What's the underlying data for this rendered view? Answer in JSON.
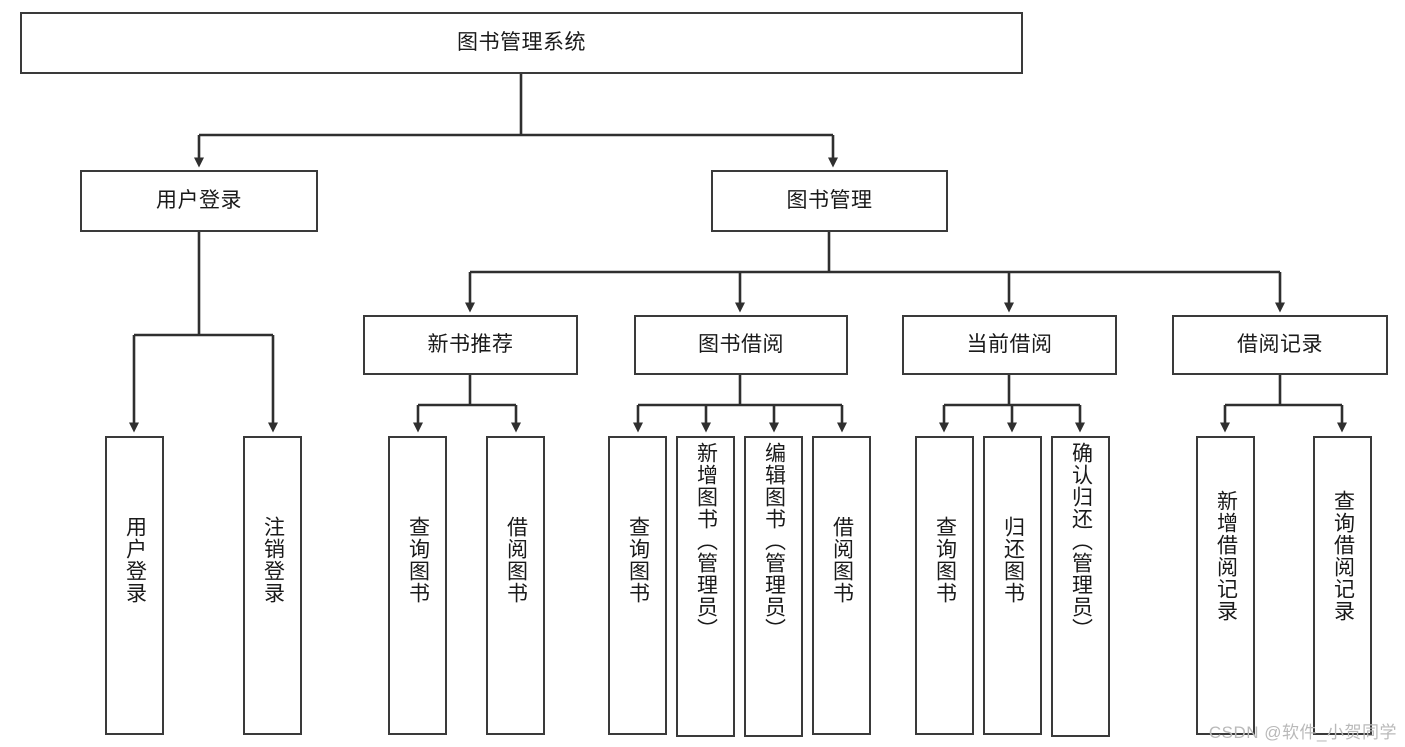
{
  "diagram": {
    "type": "tree-hierarchy-chart",
    "title_node": {
      "id": "root",
      "label": "图书管理系统"
    },
    "level2": [
      {
        "id": "login",
        "label": "用户登录"
      },
      {
        "id": "bookmgmt",
        "label": "图书管理"
      }
    ],
    "level3": [
      {
        "id": "newbook",
        "label": "新书推荐",
        "parent": "bookmgmt"
      },
      {
        "id": "borrow",
        "label": "图书借阅",
        "parent": "bookmgmt"
      },
      {
        "id": "current",
        "label": "当前借阅",
        "parent": "bookmgmt"
      },
      {
        "id": "record",
        "label": "借阅记录",
        "parent": "bookmgmt"
      }
    ],
    "leaves": {
      "login": [
        {
          "id": "leaf-user-login",
          "label": "用户登录"
        },
        {
          "id": "leaf-user-logout",
          "label": "注销登录"
        }
      ],
      "newbook": [
        {
          "id": "leaf-query-book-1",
          "label": "查询图书"
        },
        {
          "id": "leaf-borrow-book-1",
          "label": "借阅图书"
        }
      ],
      "borrow": [
        {
          "id": "leaf-query-book-2",
          "label": "查询图书"
        },
        {
          "id": "leaf-add-book",
          "label": "新增图书（管理员）"
        },
        {
          "id": "leaf-edit-book",
          "label": "编辑图书（管理员）"
        },
        {
          "id": "leaf-borrow-book-2",
          "label": "借阅图书"
        }
      ],
      "current": [
        {
          "id": "leaf-query-book-3",
          "label": "查询图书"
        },
        {
          "id": "leaf-return-book",
          "label": "归还图书"
        },
        {
          "id": "leaf-confirm-return",
          "label": "确认归还（管理员）"
        }
      ],
      "record": [
        {
          "id": "leaf-add-record",
          "label": "新增借阅记录"
        },
        {
          "id": "leaf-query-record",
          "label": "查询借阅记录"
        }
      ]
    }
  },
  "watermark": {
    "text": "CSDN @软件_小贺同学"
  },
  "colors": {
    "box_border": "#3a3a3a",
    "box_fill": "#ffffff",
    "edge_stroke": "#2f2f2f",
    "text": "#1a1a1a",
    "watermark": "#b9b9b9",
    "background": "#ffffff"
  }
}
